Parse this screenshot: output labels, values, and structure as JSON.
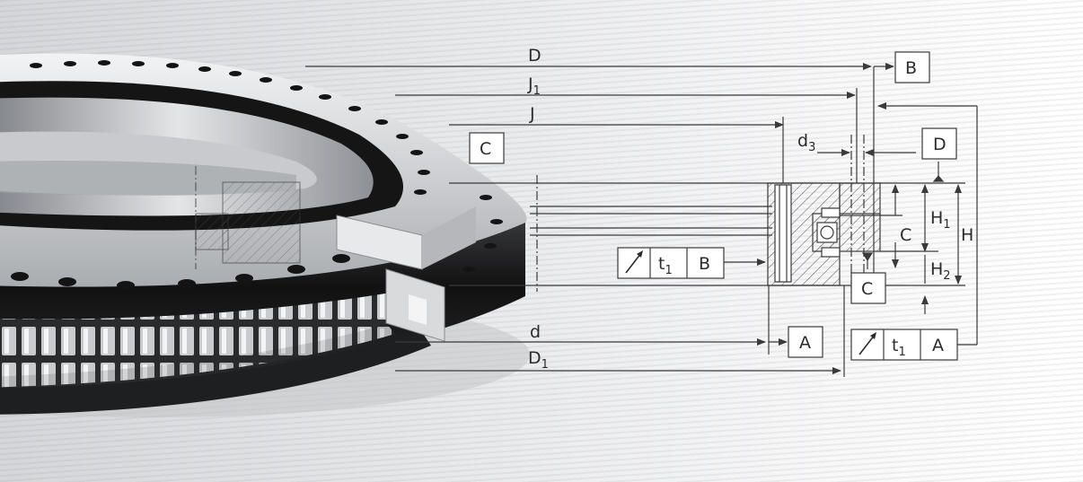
{
  "labels": {
    "D": "D",
    "J1": {
      "main": "J",
      "sub": "1"
    },
    "J": "J",
    "d3": {
      "main": "d",
      "sub": "3"
    },
    "H1": {
      "main": "H",
      "sub": "1"
    },
    "H": "H",
    "C_height": "C",
    "H2": {
      "main": "H",
      "sub": "2"
    },
    "d": "d",
    "D1": {
      "main": "D",
      "sub": "1"
    }
  },
  "datums": {
    "B": "B",
    "D": "D",
    "C_lower": "C",
    "C_upper": "C",
    "A": "A"
  },
  "tolerance_frames": [
    {
      "tolerance": {
        "main": "t",
        "sub": "1"
      },
      "datum": "B"
    },
    {
      "tolerance": {
        "main": "t",
        "sub": "1"
      },
      "datum": "A"
    }
  ],
  "icons": {
    "runout": "runout-arrow-icon"
  },
  "colors": {
    "line": "#3a3a3a",
    "hatch": "#555555",
    "steel_light": "#e6e7e9",
    "steel_dark": "#1c1c1d"
  }
}
